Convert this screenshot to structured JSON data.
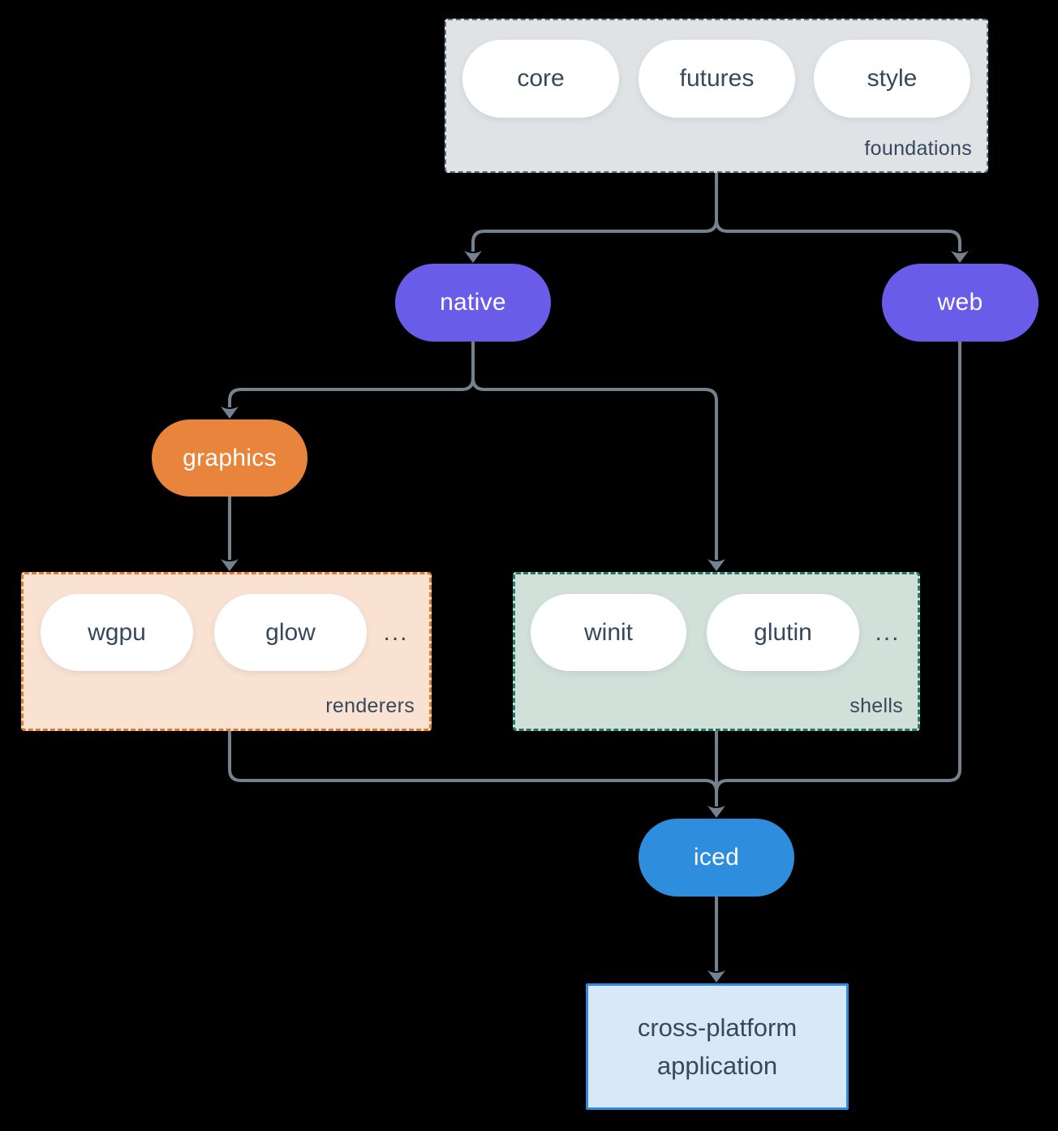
{
  "colors": {
    "background": "#000000",
    "arrow": "#74828F",
    "node_purple": "#695CE8",
    "node_orange": "#E8843C",
    "node_blue": "#2E8DDC",
    "foundations_fill": "#DFE3E6",
    "foundations_border": "#5E7080",
    "renderers_fill": "#F9E2D2",
    "renderers_border": "#DF7F2E",
    "shells_fill": "#D2E0DA",
    "shells_border": "#24796A",
    "app_fill": "#D8E8F7",
    "app_border": "#3289D9",
    "pill_fill": "#FFFFFF",
    "text_dark": "#36495C",
    "text_light": "#FFFFFF"
  },
  "groups": {
    "foundations": {
      "label": "foundations",
      "pills": [
        "core",
        "futures",
        "style"
      ]
    },
    "renderers": {
      "label": "renderers",
      "pills": [
        "wgpu",
        "glow"
      ],
      "more": "..."
    },
    "shells": {
      "label": "shells",
      "pills": [
        "winit",
        "glutin"
      ],
      "more": "..."
    }
  },
  "nodes": {
    "native": "native",
    "web": "web",
    "graphics": "graphics",
    "iced": "iced",
    "app": {
      "lines": [
        "cross-platform",
        "application"
      ]
    }
  },
  "edges": [
    {
      "from": "foundations",
      "to": "native"
    },
    {
      "from": "foundations",
      "to": "web"
    },
    {
      "from": "native",
      "to": "graphics"
    },
    {
      "from": "native",
      "to": "shells"
    },
    {
      "from": "graphics",
      "to": "renderers"
    },
    {
      "from": "renderers",
      "to": "iced"
    },
    {
      "from": "shells",
      "to": "iced"
    },
    {
      "from": "web",
      "to": "iced"
    },
    {
      "from": "iced",
      "to": "app"
    }
  ]
}
